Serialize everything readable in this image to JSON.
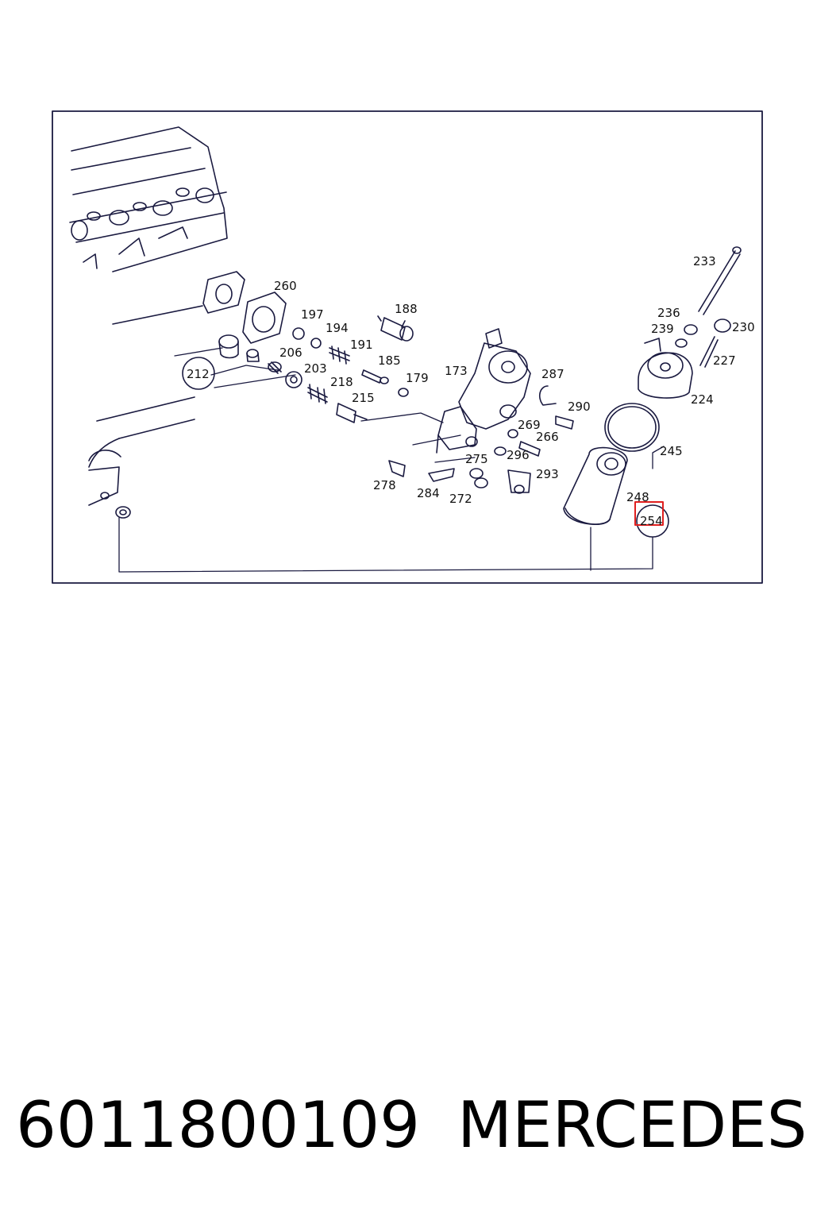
{
  "colors": {
    "line": "#1a1a40",
    "highlight": "#e02020",
    "text": "#000000"
  },
  "diagram": {
    "callouts": [
      "173",
      "179",
      "185",
      "188",
      "191",
      "194",
      "197",
      "203",
      "206",
      "212",
      "215",
      "218",
      "224",
      "227",
      "230",
      "233",
      "236",
      "239",
      "245",
      "248",
      "254",
      "260",
      "266",
      "269",
      "272",
      "275",
      "278",
      "284",
      "287",
      "290",
      "293",
      "296"
    ],
    "highlighted_callout": "254"
  },
  "caption": {
    "part_number": "6011800109",
    "brand": "MERCEDES"
  }
}
